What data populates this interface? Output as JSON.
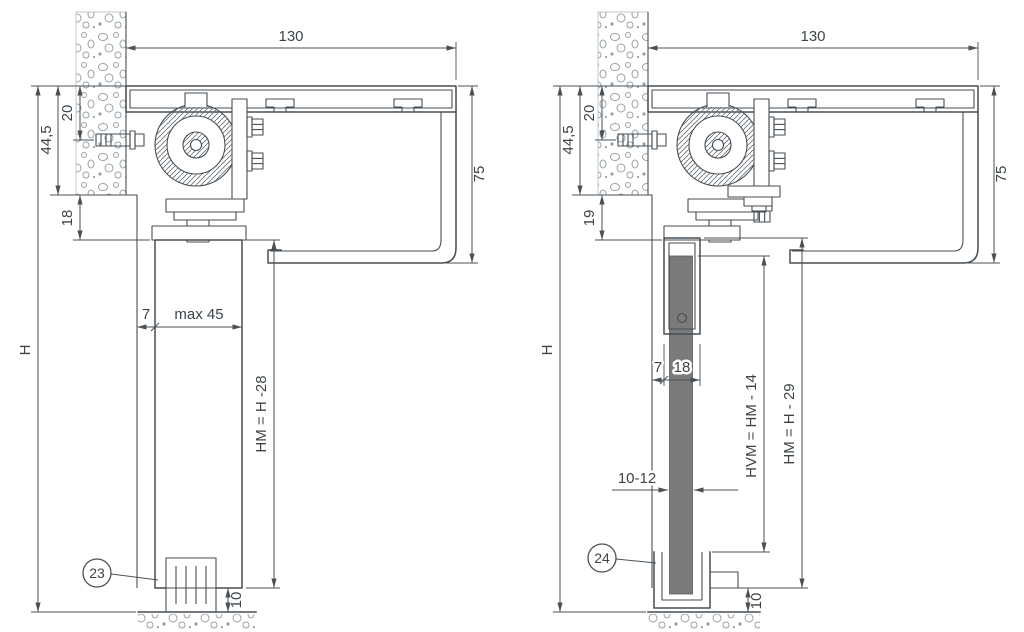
{
  "palette": {
    "line": "#474e53",
    "dimension": "#4a5156",
    "text": "#3d4449",
    "glass_fill": "#7b7b7b",
    "concrete_stipple": "#98a1a8"
  },
  "drawing": {
    "left": {
      "callout": "23",
      "top_width": "130",
      "profile_height": "75",
      "wall_top": "44,5",
      "screw_offset": "20",
      "ceiling_gap": "18",
      "height_label": "H",
      "front_gap": "7",
      "door_thickness": "max 45",
      "door_height_formula": "HM = H -28",
      "floor_gap": "10"
    },
    "right": {
      "callout": "24",
      "top_width": "130",
      "profile_height": "75",
      "wall_top": "44,5",
      "screw_offset": "20",
      "ceiling_gap": "19",
      "height_label": "H",
      "front_gap": "7",
      "clamp_width": "18",
      "glass_thickness": "10-12",
      "glass_height_formula": "HVM = HM - 14",
      "door_height_formula": "HM = H - 29",
      "floor_gap": "10"
    }
  }
}
